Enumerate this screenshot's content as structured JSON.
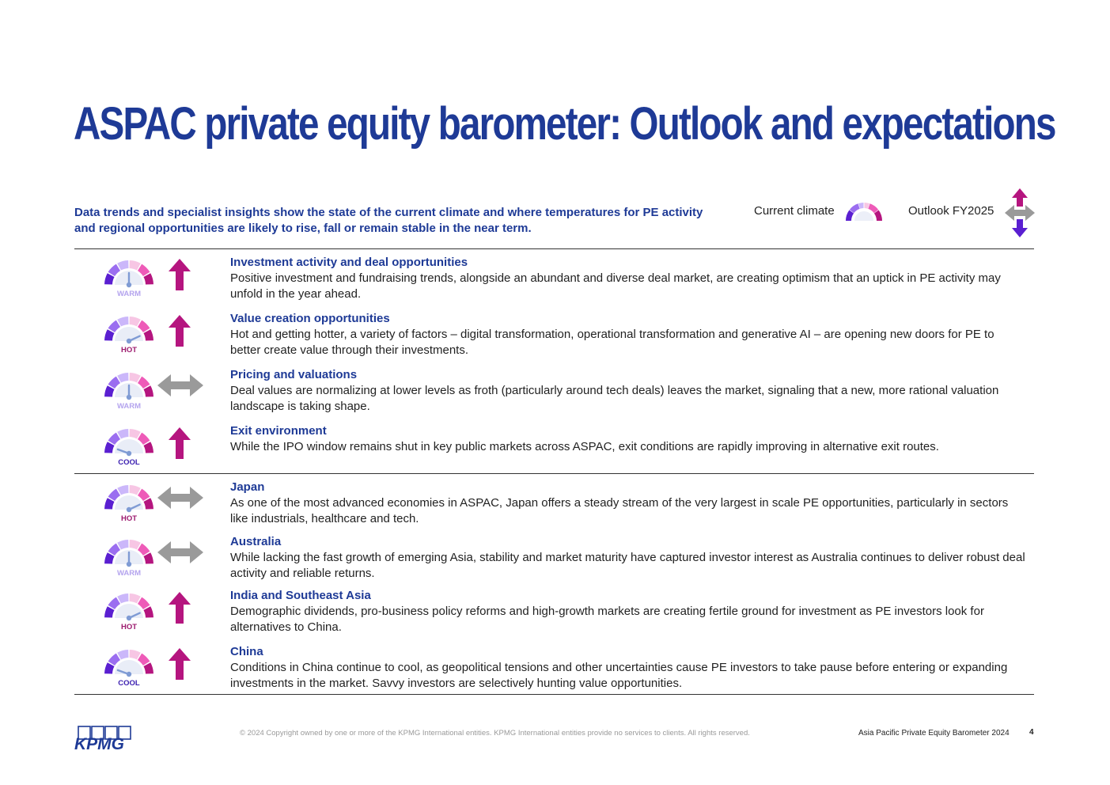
{
  "page_title": "ASPAC private equity barometer: Outlook and expectations",
  "intro": "Data trends and specialist insights show the state of the current climate and where temperatures for PE activity and regional opportunities are likely to rise, fall or remain stable in the near term.",
  "legend": {
    "current_climate": "Current climate",
    "outlook": "Outlook FY2025"
  },
  "colors": {
    "navy": "#1e3a96",
    "up_arrow": "#b5157f",
    "down_arrow": "#5a1fd1",
    "stable_arrow": "#9a9a9a"
  },
  "rows": [
    {
      "climate": "WARM",
      "outlook": "up",
      "title": "Investment activity and deal opportunities",
      "body": "Positive investment and fundraising trends, alongside an abundant and diverse deal market, are creating optimism that an uptick in PE activity may unfold in the year ahead."
    },
    {
      "climate": "HOT",
      "outlook": "up",
      "title": "Value creation opportunities",
      "body": "Hot and getting hotter, a variety of factors – digital transformation, operational transformation and generative AI – are opening new doors for PE to better create value through their investments."
    },
    {
      "climate": "WARM",
      "outlook": "stable",
      "title": "Pricing and valuations",
      "body": "Deal values are normalizing at lower levels as froth (particularly around tech deals) leaves the market, signaling that a new, more rational valuation landscape is taking shape."
    },
    {
      "climate": "COOL",
      "outlook": "up",
      "title": "Exit environment",
      "body": "While the IPO window remains shut in key public markets across ASPAC, exit conditions are rapidly improving in alternative exit routes."
    },
    {
      "climate": "HOT",
      "outlook": "stable",
      "title": "Japan",
      "body": "As one of the most advanced economies in ASPAC, Japan offers a steady stream of the very largest in scale PE opportunities, particularly in sectors like industrials, healthcare and tech."
    },
    {
      "climate": "WARM",
      "outlook": "stable",
      "title": "Australia",
      "body": "While lacking the fast growth of emerging Asia, stability and market maturity have captured investor interest as Australia continues to deliver robust deal activity and reliable returns."
    },
    {
      "climate": "HOT",
      "outlook": "up",
      "title": "India and Southeast Asia",
      "body": "Demographic dividends, pro-business policy reforms and high-growth markets are creating fertile ground for investment as PE investors look for alternatives to China."
    },
    {
      "climate": "COOL",
      "outlook": "up",
      "title": "China",
      "body": "Conditions in China continue to cool, as geopolitical tensions and other uncertainties cause PE investors to take pause before entering or expanding investments in the market. Savvy investors are selectively hunting value opportunities."
    }
  ],
  "footer": {
    "copyright": "© 2024 Copyright owned by one or more of the KPMG International entities. KPMG International entities provide no services to clients. All rights reserved.",
    "doc_title": "Asia Pacific Private Equity Barometer 2024",
    "page_number": "4",
    "logo_text": "KPMG"
  }
}
